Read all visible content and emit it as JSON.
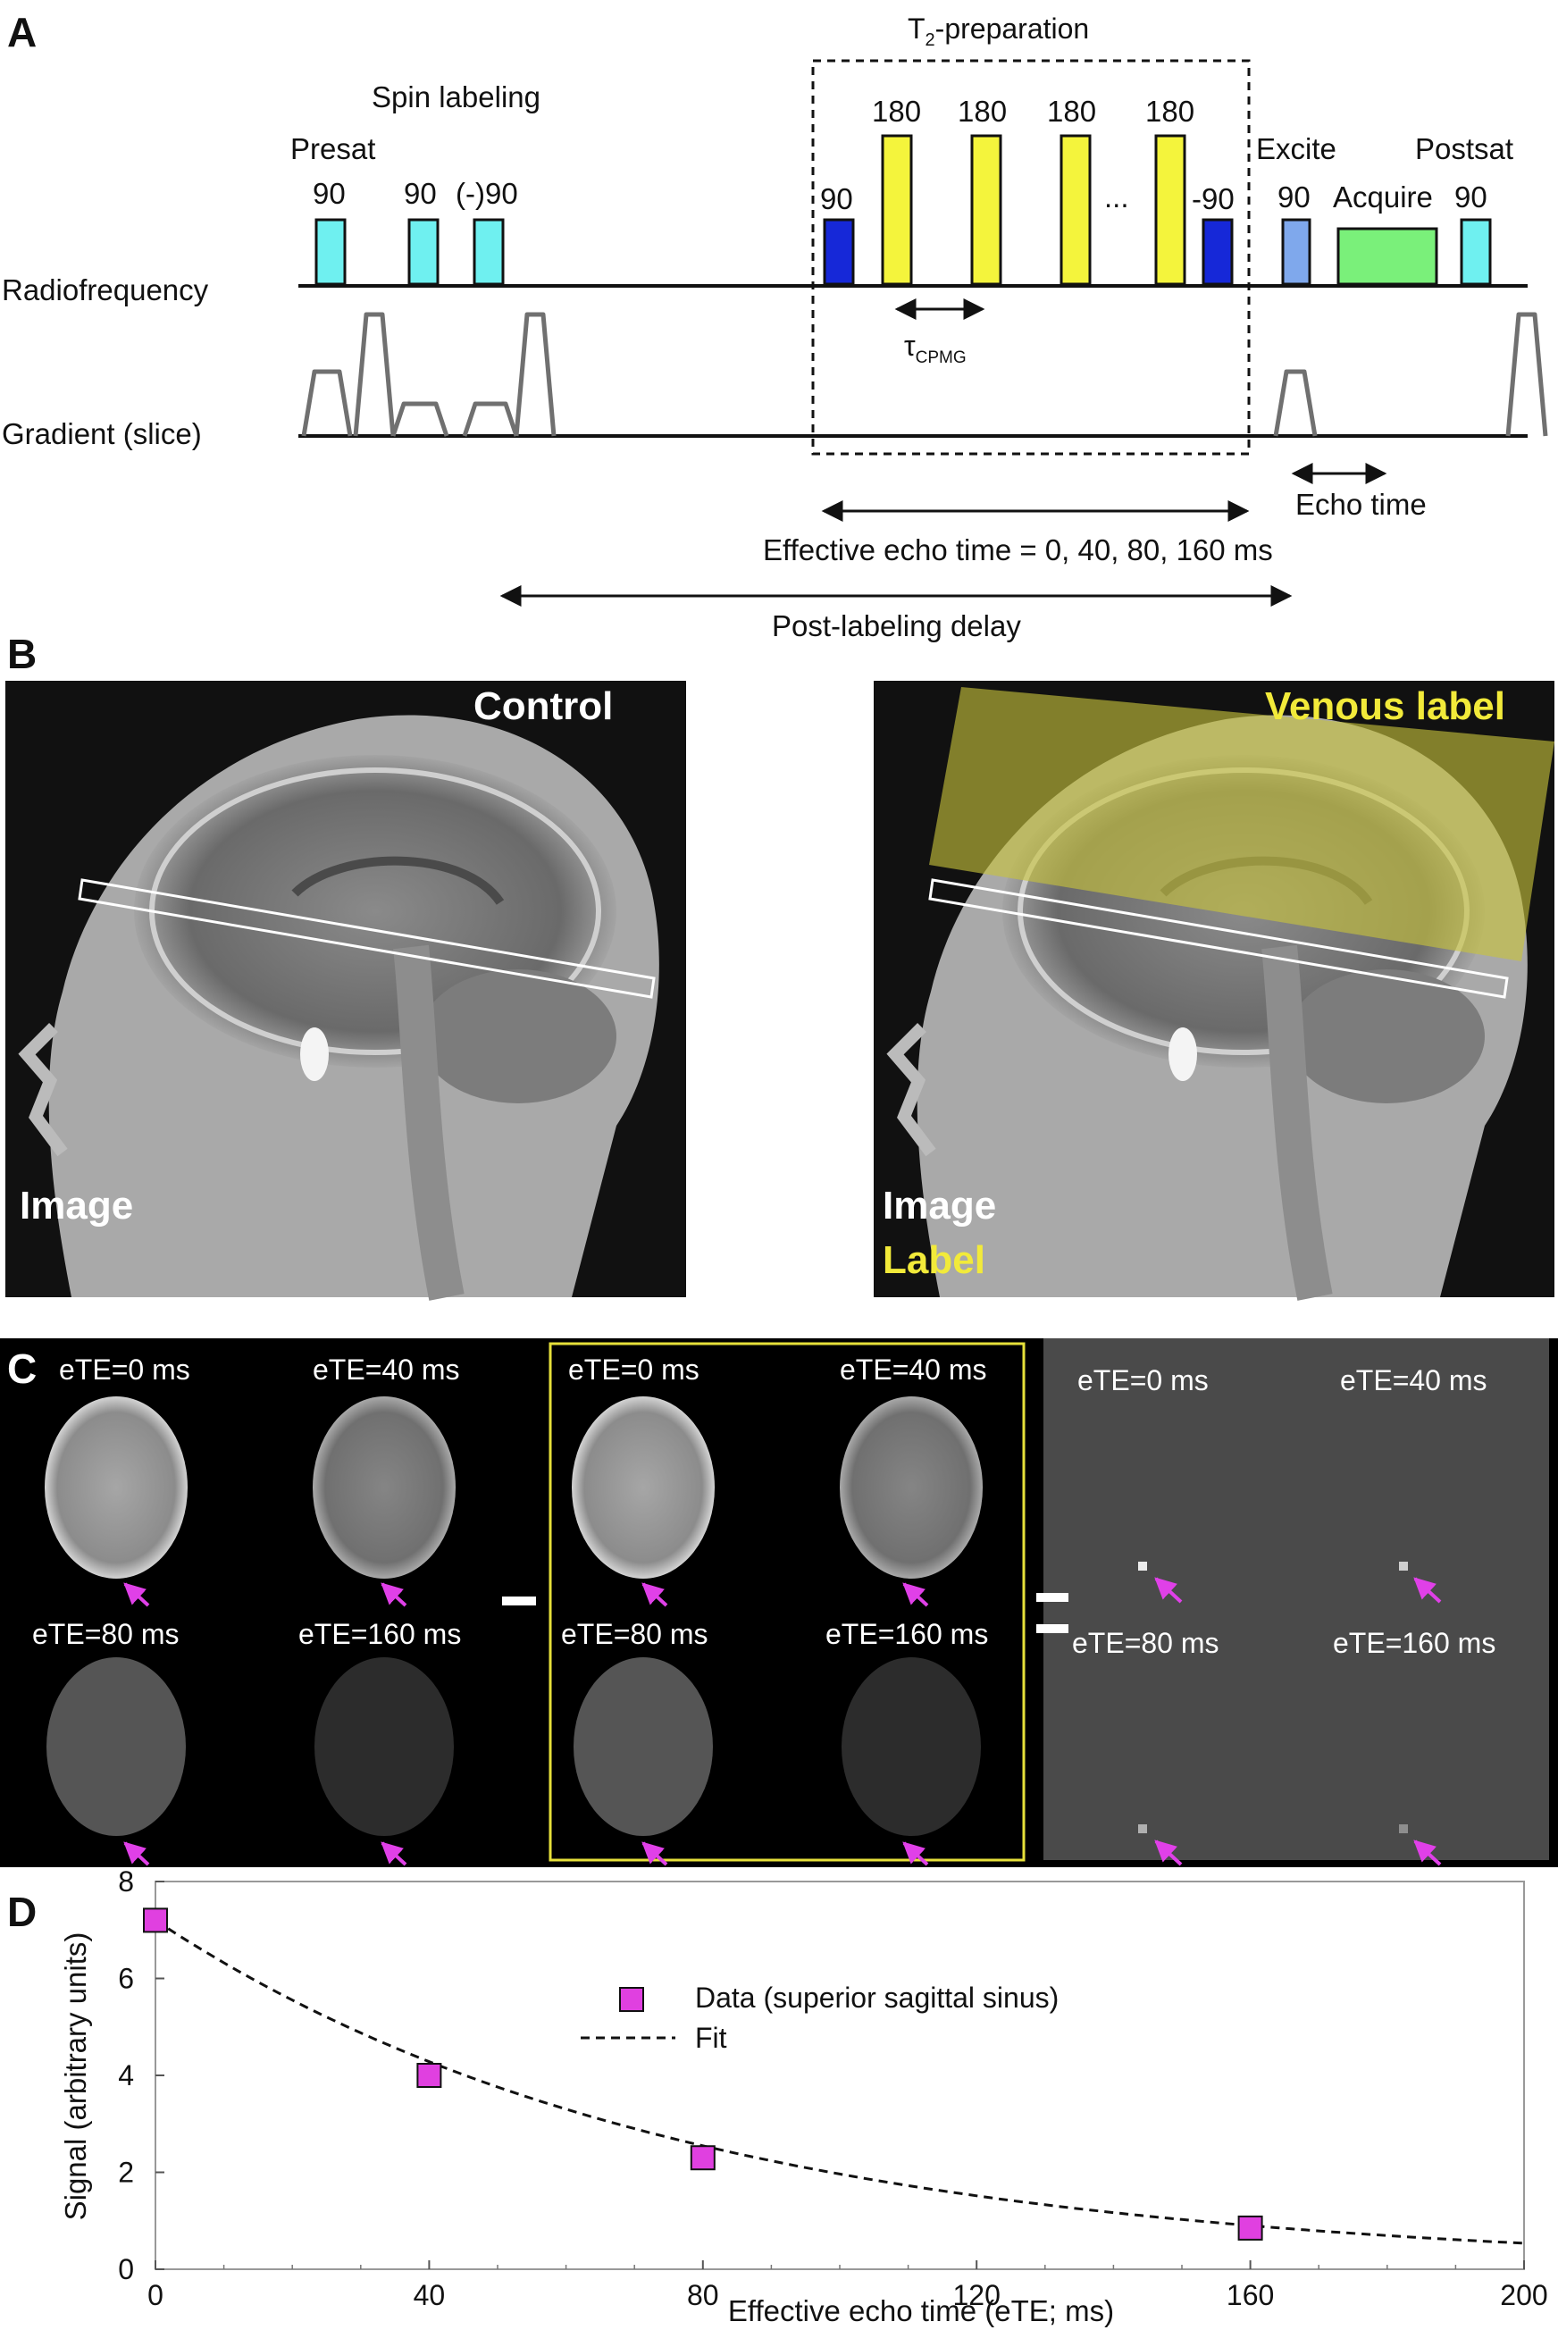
{
  "panels": {
    "a": "A",
    "b": "B",
    "c": "C",
    "d": "D"
  },
  "seq": {
    "t2prep_title": "T",
    "t2prep_sub": "2",
    "t2prep_rest": "-preparation",
    "spin_labeling": "Spin labeling",
    "presat": "Presat",
    "excite": "Excite",
    "postsat": "Postsat",
    "acquire": "Acquire",
    "rf_row": "Radiofrequency",
    "grad_row": "Gradient (slice)",
    "ninety": "90",
    "neg_ninety_paren": "(-)90",
    "one_eighty": "180",
    "ellipsis": "...",
    "minus_ninety": "-90",
    "tau": "τ",
    "tau_sub": "CPMG",
    "echo_time": "Echo time",
    "eff_echo": "Effective echo time = 0, 40, 80, 160 ms",
    "pld": "Post-labeling delay",
    "colors": {
      "presat": "#6ff0f0",
      "inv": "#1628d8",
      "refocus": "#f4f43c",
      "excite": "#7fa8ec",
      "acquire": "#7af07a",
      "grad": "#707070"
    }
  },
  "mri": {
    "control": "Control",
    "venous": "Venous label",
    "image": "Image",
    "label": "Label",
    "overlay_color": "#c8c43c"
  },
  "c": {
    "ete": [
      "eTE=0 ms",
      "eTE=40 ms",
      "eTE=80 ms",
      "eTE=160 ms"
    ],
    "arrow_color": "#e040e8",
    "box_color": "#e6e03a"
  },
  "chart_data": {
    "type": "scatter",
    "x": [
      0,
      40,
      80,
      160
    ],
    "y": [
      7.2,
      4.0,
      2.3,
      0.85
    ],
    "fit": {
      "label": "Fit",
      "model": "exponential decay",
      "x": [
        0,
        200
      ],
      "y0": 7.2,
      "t2_ms": 77
    },
    "series": [
      {
        "name": "Data (superior sagittal sinus)",
        "values": [
          7.2,
          4.0,
          2.3,
          0.85
        ],
        "color": "#e040e0"
      }
    ],
    "xlabel": "Effective echo time (eTE; ms)",
    "ylabel": "Signal (arbitrary units)",
    "xlim": [
      0,
      200
    ],
    "ylim": [
      0,
      8
    ],
    "xticks": [
      0,
      40,
      80,
      120,
      160,
      200
    ],
    "yticks": [
      0,
      2,
      4,
      6,
      8
    ],
    "legend": "top-center",
    "grid": false
  }
}
